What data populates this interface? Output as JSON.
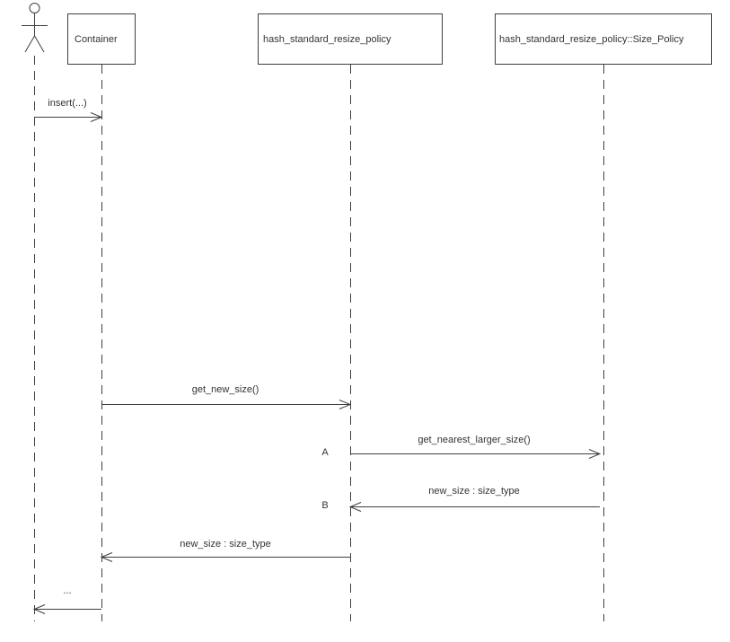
{
  "diagram": {
    "kind": "uml-sequence-diagram",
    "colors": {
      "background": "#ffffff",
      "line": "#3f3f3f",
      "text": "#333333"
    },
    "participants": [
      {
        "name": "actor",
        "label": ""
      },
      {
        "name": "container",
        "label": "Container"
      },
      {
        "name": "resize-policy",
        "label": "hash_standard_resize_policy"
      },
      {
        "name": "size-policy",
        "label": "hash_standard_resize_policy::Size_Policy"
      }
    ],
    "messages": [
      {
        "label": "insert(...)",
        "from": "actor",
        "to": "container"
      },
      {
        "label": "get_new_size()",
        "from": "container",
        "to": "resize-policy"
      },
      {
        "label": "get_nearest_larger_size()",
        "from": "resize-policy",
        "to": "size-policy",
        "marker": "A"
      },
      {
        "label": "new_size : size_type",
        "from": "size-policy",
        "to": "resize-policy",
        "marker": "B"
      },
      {
        "label": "new_size : size_type",
        "from": "resize-policy",
        "to": "container"
      },
      {
        "label": "...",
        "from": "container",
        "to": "actor"
      }
    ]
  }
}
